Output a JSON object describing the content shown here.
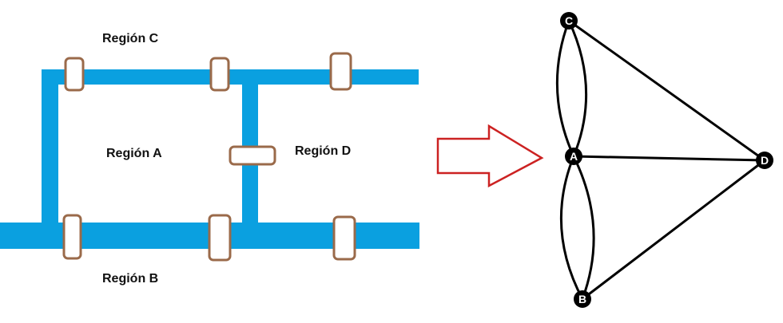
{
  "regions": {
    "c": "Región C",
    "a": "Región A",
    "d": "Región D",
    "b": "Región B"
  },
  "graph": {
    "nodes": [
      "C",
      "A",
      "D",
      "B"
    ],
    "edges": [
      [
        "C",
        "A"
      ],
      [
        "C",
        "A"
      ],
      [
        "C",
        "D"
      ],
      [
        "A",
        "D"
      ],
      [
        "A",
        "B"
      ],
      [
        "A",
        "B"
      ],
      [
        "B",
        "D"
      ]
    ]
  },
  "colors": {
    "river": "#0aa0e0",
    "bridge_border": "#9a6a4a",
    "bridge_fill": "#ffffff",
    "arrow": "#cc2222",
    "node": "#000000",
    "edge": "#000000"
  }
}
